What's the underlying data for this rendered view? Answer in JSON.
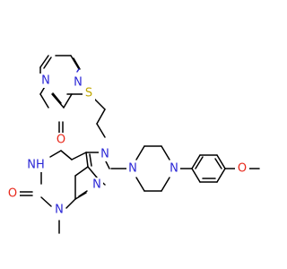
{
  "atom_colors": {
    "N": "#2a26d6",
    "O": "#e8271a",
    "S": "#bfa600",
    "C": "#000000"
  },
  "atoms": {
    "n_pym_a": "N",
    "n_pym_b": "N",
    "s_thio": "S",
    "o_top": "O",
    "n_imid7": "N",
    "nh": "NH",
    "n_imid9": "N",
    "n_pip1": "N",
    "n_pip4": "N",
    "o_methoxy": "O",
    "o_bottom": "O",
    "n_methyl": "N"
  }
}
